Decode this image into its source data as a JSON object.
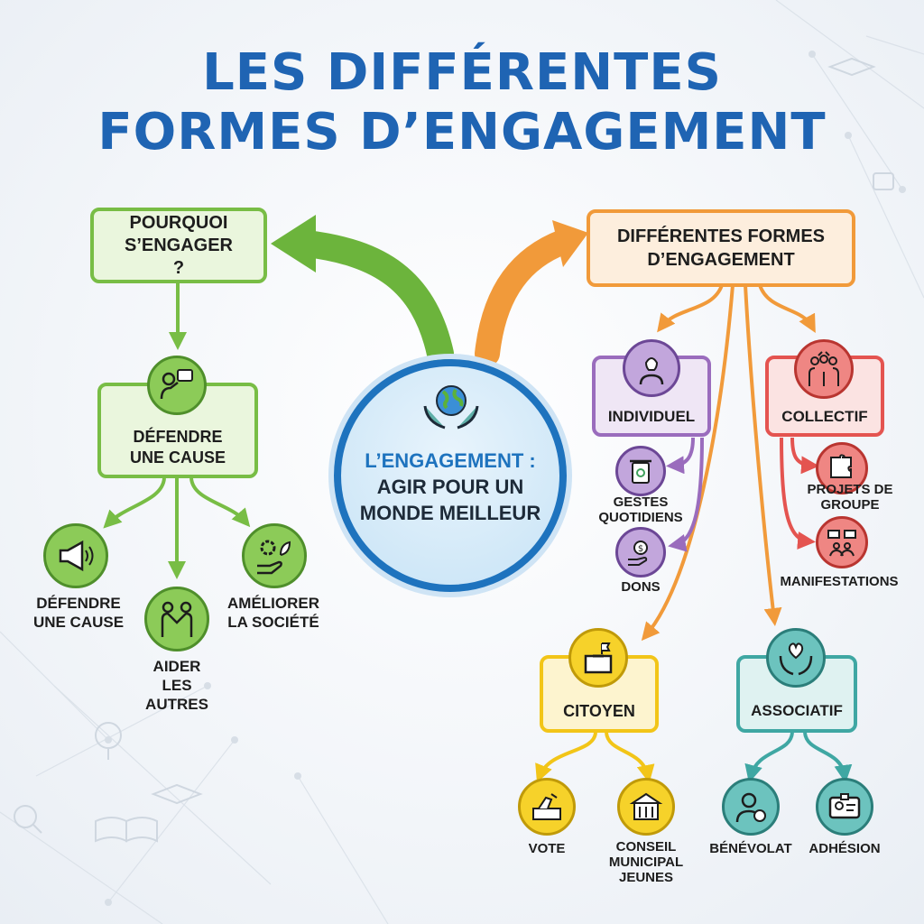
{
  "title": {
    "line1": "LES DIFFÉRENTES",
    "line2": "FORMES D’ENGAGEMENT"
  },
  "center": {
    "highlight": "L’ENGAGEMENT :",
    "text": "AGIR POUR UN MONDE MEILLEUR",
    "icon": "globe-hands-icon"
  },
  "left": {
    "heading": "POURQUOI S’ENGAGER ?",
    "main": {
      "label": "DÉFENDRE UNE CAUSE",
      "icon": "speaker-person-icon"
    },
    "items": [
      {
        "label": "DÉFENDRE UNE CAUSE",
        "icon": "megaphone-icon"
      },
      {
        "label": "AIDER LES AUTRES",
        "icon": "handshake-icon"
      },
      {
        "label": "AMÉLIORER LA SOCIÉTÉ",
        "icon": "gear-plant-hand-icon"
      }
    ]
  },
  "right": {
    "heading": "DIFFÉRENTES FORMES D’ENGAGEMENT",
    "individuel": {
      "label": "INDIVIDUEL",
      "icon": "lightbulb-person-icon",
      "items": [
        {
          "label": "GESTES QUOTIDIENS",
          "icon": "recycle-bin-icon"
        },
        {
          "label": "DONS",
          "icon": "coin-hand-icon"
        }
      ]
    },
    "collectif": {
      "label": "COLLECTIF",
      "icon": "group-raised-hands-icon",
      "items": [
        {
          "label": "PROJETS DE GROUPE",
          "icon": "puzzle-icon"
        },
        {
          "label": "MANIFESTATIONS",
          "icon": "protest-signs-icon"
        }
      ]
    },
    "citoyen": {
      "label": "CITOYEN",
      "icon": "ballot-box-icon",
      "items": [
        {
          "label": "VOTE",
          "icon": "vote-hand-icon"
        },
        {
          "label": "CONSEIL MUNICIPAL JEUNES",
          "icon": "town-hall-icon"
        }
      ]
    },
    "associatif": {
      "label": "ASSOCIATIF",
      "icon": "heart-hands-icon",
      "items": [
        {
          "label": "BÉNÉVOLAT",
          "icon": "volunteer-person-icon"
        },
        {
          "label": "ADHÉSION",
          "icon": "member-card-icon"
        }
      ]
    }
  },
  "colors": {
    "title": "#1f64b3",
    "green": "#78bd45",
    "orange": "#f19a3a",
    "purple": "#9a6cbd",
    "red": "#e45450",
    "yellow": "#f2c518",
    "teal": "#3fa7a3",
    "blue": "#1e73be"
  }
}
